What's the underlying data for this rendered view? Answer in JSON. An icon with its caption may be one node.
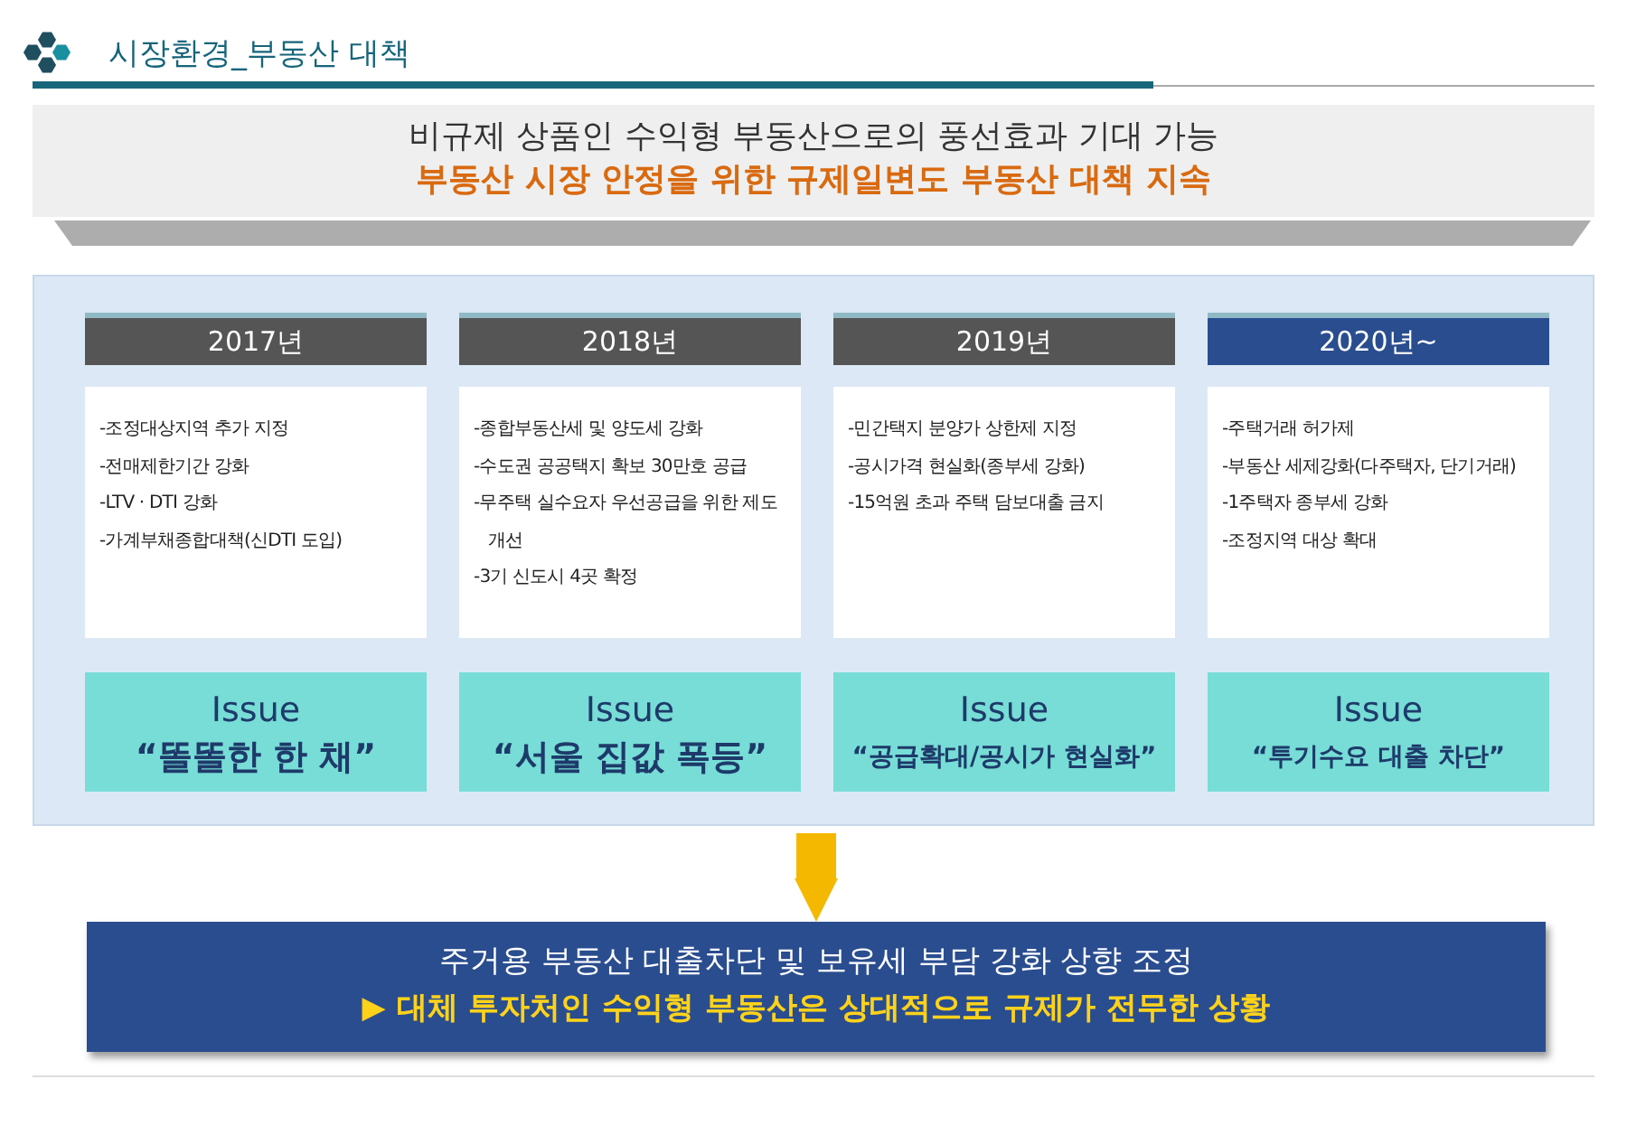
{
  "diagram": {
    "title": "시장환경_부동산 대책",
    "nodes": [
      {
        "text": [
          "비규제 상품인 수익형 부동산으로의 풍선효과 기대 가능",
          "부동산 시장 안정을 위한 규제일변도 부동산 대책 지속"
        ]
      },
      {
        "text": [],
        "shape": "box"
      },
      {
        "text": [
          "2017년"
        ],
        "in": 1
      },
      {
        "text": [
          "-조정대상지역 추가 지정",
          "-전매제한기간 강화",
          "-LTV · DTI 강화",
          "-가계부채종합대책(신DTI 도입)"
        ],
        "in": 1
      },
      {
        "text": [
          "Issue",
          "“똘똘한 한 채”"
        ],
        "in": 1
      },
      {
        "text": [
          "2018년"
        ],
        "in": 1
      },
      {
        "text": [
          "-종합부동산세 및 양도세 강화",
          "-수도권 공공택지 확보 30만호 공급",
          "-무주택 실수요자 우선공급을 위한 제도 개선",
          "-3기 신도시 4곳 확정"
        ],
        "in": 1
      },
      {
        "text": [
          "Issue",
          "“서울 집값 폭등”"
        ],
        "in": 1
      },
      {
        "text": [
          "2019년"
        ],
        "in": 1
      },
      {
        "text": [
          "-민간택지 분양가 상한제 지정",
          "-공시가격 현실화(종부세 강화)",
          "-15억원 초과 주택 담보대출 금지"
        ],
        "in": 1
      },
      {
        "text": [
          "Issue",
          "“공급확대/공시가 현실화”"
        ],
        "in": 1
      },
      {
        "text": [
          "2020년~"
        ],
        "in": 1
      },
      {
        "text": [
          "-주택거래 허가제",
          "-부동산 세제강화(다주택자, 단기거래)",
          "-1주택자 종부세 강화",
          "-조정지역 대상 확대"
        ],
        "in": 1
      },
      {
        "text": [
          "Issue",
          "“투기수요 대출 차단”"
        ],
        "in": 1
      },
      {
        "text": [
          "주거용 부동산 대출차단 및 보유세 부담 강화 상향 조정",
          "▶ 대체 투자처인 수익형 부동산은 상대적으로 규제가 전무한 상황"
        ]
      }
    ],
    "edges": [
      {
        "from": 1,
        "to": 14,
        "arrow": "to",
        "color": "#f5b800"
      }
    ]
  }
}
